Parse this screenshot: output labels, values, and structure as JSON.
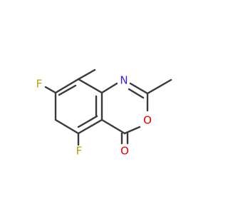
{
  "molecule": {
    "atoms": {
      "f_top": "F",
      "f_bottom": "F",
      "nitrogen": "N",
      "oxygen_ring": "O",
      "oxygen_carbonyl": "O"
    },
    "colors": {
      "bond": "#3a3a3a",
      "fluorine": "#b5a000",
      "nitrogen": "#2a2ad8",
      "oxygen": "#e00000"
    }
  }
}
